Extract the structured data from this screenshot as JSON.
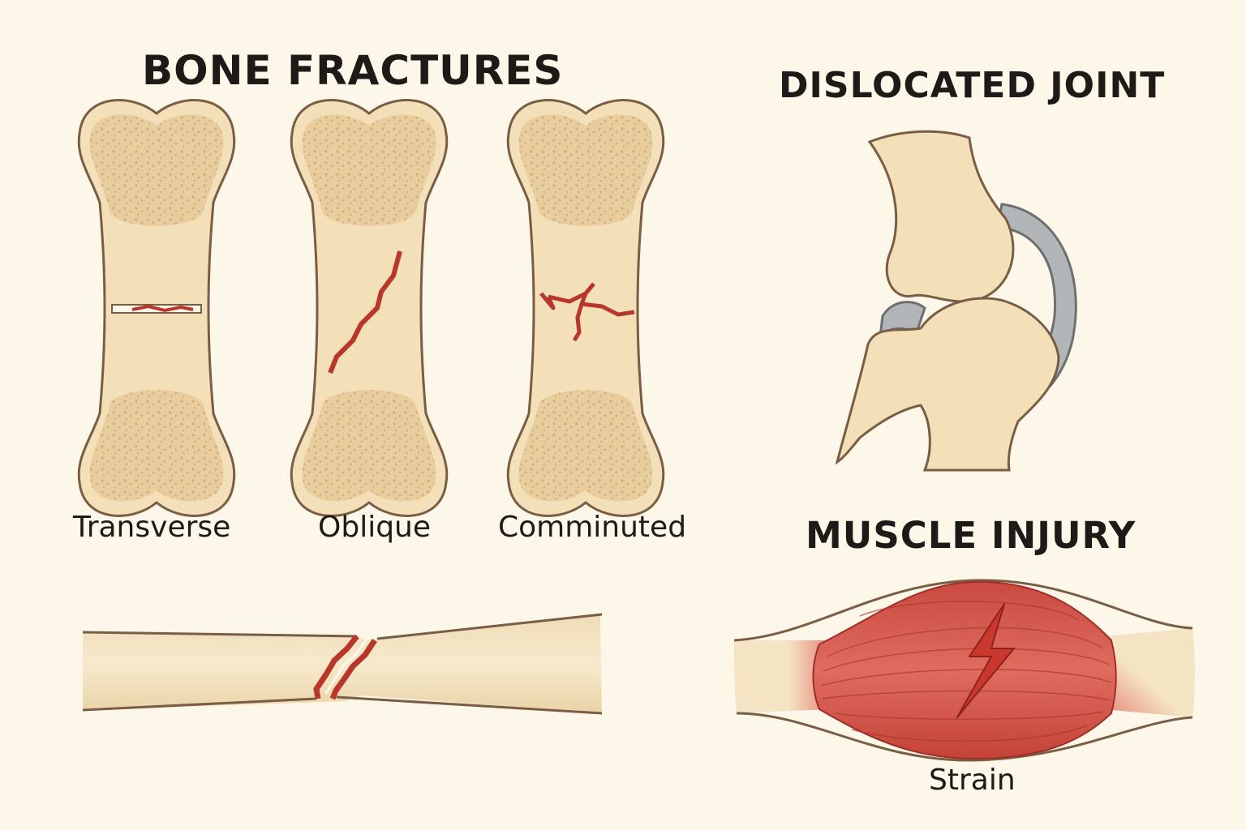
{
  "titles": {
    "bone_fractures": "BONE FRACTURES",
    "dislocated_joint": "DISLOCATED JOINT",
    "muscle_injury": "MUSCLE INJURY"
  },
  "labels": {
    "transverse": "Transverse",
    "oblique": "Oblique",
    "comminuted": "Comminuted",
    "strain": "Strain"
  },
  "colors": {
    "background": "#fdf7ea",
    "bone": "#f3dfb8",
    "bone_spongy": "#e4c594",
    "bone_outline": "#7a5d45",
    "fracture_red": "#b8372a",
    "muscle_red": "#d4574c",
    "cartilage_gray": "#b3b6b8"
  }
}
